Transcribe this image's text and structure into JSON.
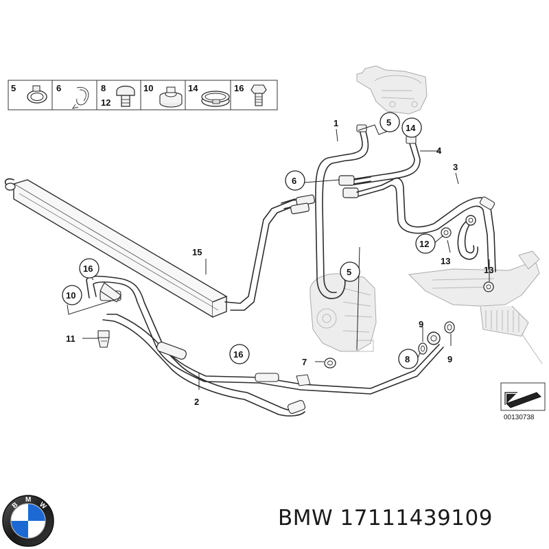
{
  "legend": [
    {
      "numbers": [
        "5"
      ],
      "icon": "hose-clamp-icon"
    },
    {
      "numbers": [
        "6"
      ],
      "icon": "spring-clip-icon"
    },
    {
      "numbers": [
        "8",
        "12"
      ],
      "icon": "banjo-bolt-icon"
    },
    {
      "numbers": [
        "10"
      ],
      "icon": "grommet-icon"
    },
    {
      "numbers": [
        "14"
      ],
      "icon": "clamp-band-icon"
    },
    {
      "numbers": [
        "16"
      ],
      "icon": "hex-bolt-icon"
    }
  ],
  "callouts": {
    "c1": "1",
    "c2": "2",
    "c3": "3",
    "c4": "4",
    "c5a": "5",
    "c5b": "5",
    "c6": "6",
    "c7": "7",
    "c8": "8",
    "c9a": "9",
    "c9b": "9",
    "c10": "10",
    "c11": "11",
    "c12": "12",
    "c13a": "13",
    "c13b": "13",
    "c14": "14",
    "c15": "15",
    "c16a": "16",
    "c16b": "16"
  },
  "reference_code": "00130738",
  "brand": {
    "logo_letters": "BMW",
    "caption": "BMW 17111439109",
    "colors": {
      "blue": "#1c69d4",
      "white": "#ffffff",
      "ring": "#1a1a1a"
    }
  }
}
